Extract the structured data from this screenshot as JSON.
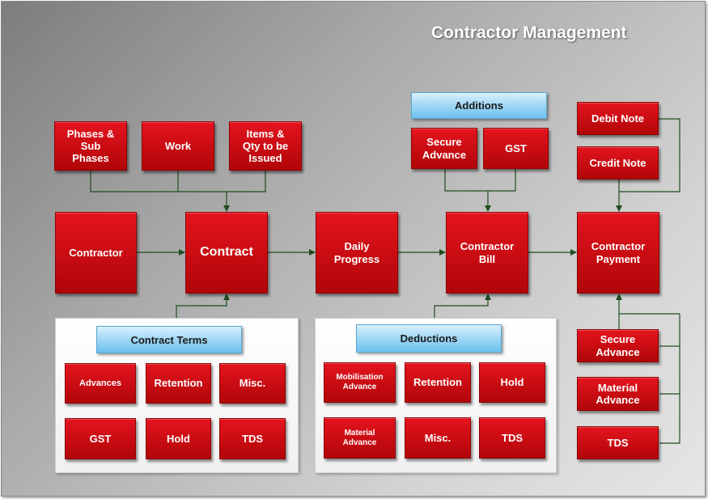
{
  "title": "Contractor Management",
  "colors": {
    "box_red": "#c80c12",
    "header_blue": "#9fd7f5",
    "connector": "#1f4d1f",
    "background": "#a9a9a9"
  },
  "inputs": {
    "phases": "Phases &\nSub\nPhases",
    "work": "Work",
    "items": "Items &\nQty to be\nIssued"
  },
  "main_flow": {
    "contractor": "Contractor",
    "contract": "Contract",
    "daily_progress": "Daily\nProgress",
    "contractor_bill": "Contractor\nBill",
    "contractor_payment": "Contractor\nPayment"
  },
  "additions": {
    "header": "Additions",
    "items": [
      "Secure\nAdvance",
      "GST"
    ]
  },
  "notes": {
    "debit_note": "Debit Note",
    "credit_note": "Credit Note"
  },
  "contract_terms": {
    "header": "Contract Terms",
    "items": [
      "Advances",
      "Retention",
      "Misc.",
      "GST",
      "Hold",
      "TDS"
    ]
  },
  "deductions": {
    "header": "Deductions",
    "items": [
      "Mobilisation\nAdvance",
      "Retention",
      "Hold",
      "Material\nAdvance",
      "Misc.",
      "TDS"
    ]
  },
  "payment_deductions": {
    "items": [
      "Secure\nAdvance",
      "Material\nAdvance",
      "TDS"
    ]
  }
}
